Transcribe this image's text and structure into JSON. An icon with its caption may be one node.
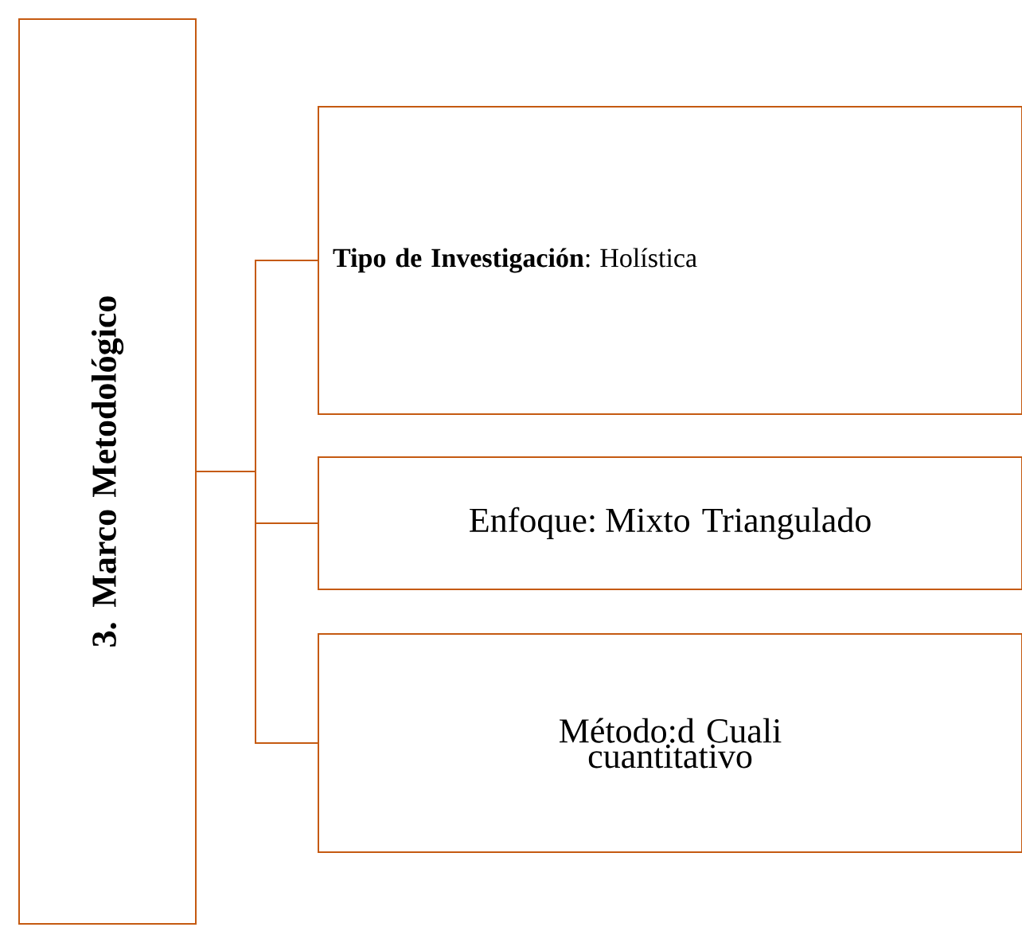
{
  "diagram": {
    "nodes": [
      {
        "text": [
          "3. Marco Metodológico"
        ]
      },
      {
        "text": [
          "**Tipo de Investigación**: Holística"
        ]
      },
      {
        "text": [
          "Enfoque: Mixto Triangulado"
        ]
      },
      {
        "text": [
          "Método:d Cuali cuantitativo"
        ]
      }
    ],
    "edges": [
      {
        "from": 0,
        "to": 1,
        "arrow": "none"
      },
      {
        "from": 0,
        "to": 2,
        "arrow": "none"
      },
      {
        "from": 0,
        "to": 3,
        "arrow": "none"
      }
    ]
  }
}
